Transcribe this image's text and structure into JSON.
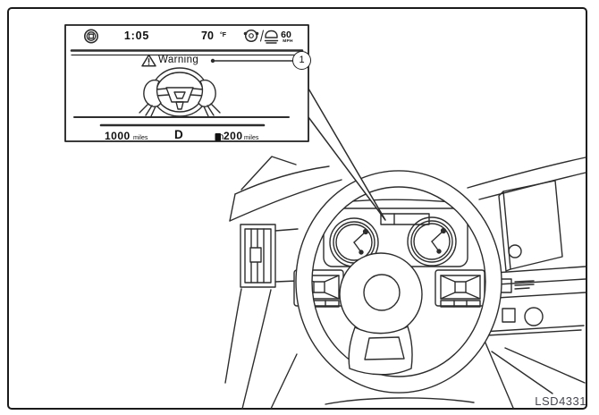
{
  "figure": {
    "code": "LSD4331",
    "callout": {
      "number": "1",
      "target": "instrument-cluster-warning-display"
    }
  },
  "display": {
    "status_bar": {
      "time": "1:05",
      "temperature": {
        "value": "70",
        "unit": "°F"
      },
      "set_speed": {
        "value": "60",
        "unit": "MPH"
      },
      "icons": [
        "chassis-status-icon",
        "steering-assist-icon",
        "following-distance-icon"
      ]
    },
    "warning": {
      "icon": "warning-triangle-icon",
      "label": "Warning"
    },
    "graphic": "hands-on-steering-wheel",
    "bottom_bar": {
      "odometer": {
        "value": "1000",
        "unit": "miles"
      },
      "gear_indicator": "D",
      "fuel_range": {
        "icon": "fuel-pump-icon",
        "value": "200",
        "unit": "miles"
      }
    }
  },
  "colors": {
    "line": "#2d2d2d",
    "text": "#101010",
    "figure_code": "#45454f",
    "background": "#ffffff"
  }
}
